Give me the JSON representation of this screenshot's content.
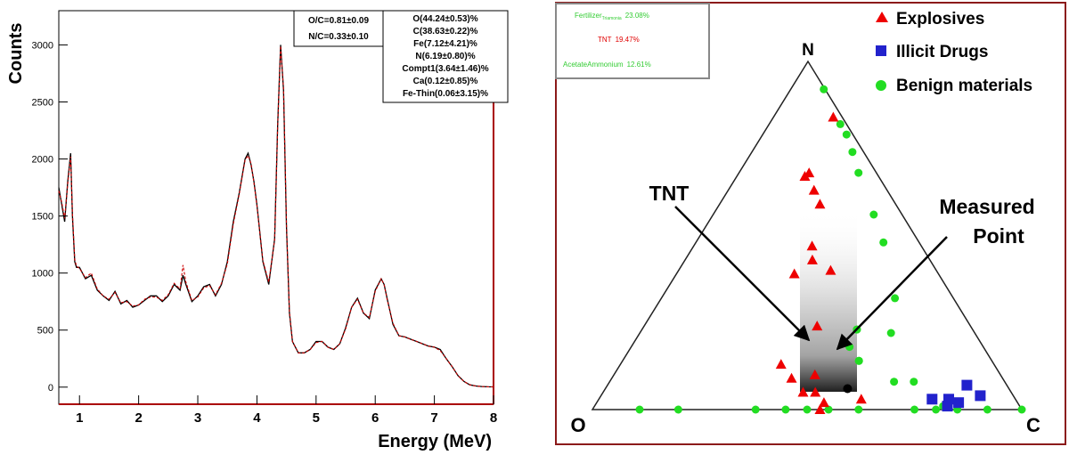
{
  "chart_data": [
    {
      "type": "line",
      "ylabel": "Counts",
      "xlabel": "Energy (MeV)",
      "xlim": [
        0.65,
        8.0
      ],
      "ylim": [
        -150,
        3300
      ],
      "x_ticks": [
        1,
        2,
        3,
        4,
        5,
        6,
        7,
        8
      ],
      "y_ticks": [
        0,
        500,
        1000,
        1500,
        2000,
        2500,
        3000
      ],
      "ratio_box": [
        "O/C=0.81±0.09",
        "N/C=0.33±0.10"
      ],
      "composition_box": [
        "O(44.24±0.53)%",
        "C(38.63±0.22)%",
        "Fe(7.12±4.21)%",
        "N(6.19±0.80)%",
        "Compt1(3.64±1.46)%",
        "Ca(0.12±0.85)%",
        "Fe-Thin(0.06±3.15)%"
      ],
      "series": [
        {
          "color": "#000000",
          "x": [
            0.65,
            0.7,
            0.75,
            0.8,
            0.85,
            0.88,
            0.92,
            0.95,
            1.0,
            1.1,
            1.2,
            1.3,
            1.4,
            1.5,
            1.6,
            1.7,
            1.8,
            1.9,
            2.0,
            2.1,
            2.2,
            2.3,
            2.4,
            2.5,
            2.6,
            2.7,
            2.75,
            2.8,
            2.9,
            3.0,
            3.1,
            3.2,
            3.3,
            3.4,
            3.5,
            3.6,
            3.7,
            3.8,
            3.85,
            3.9,
            3.95,
            4.0,
            4.1,
            4.2,
            4.3,
            4.35,
            4.4,
            4.45,
            4.5,
            4.55,
            4.6,
            4.7,
            4.8,
            4.9,
            5.0,
            5.1,
            5.2,
            5.3,
            5.4,
            5.5,
            5.6,
            5.7,
            5.8,
            5.9,
            6.0,
            6.1,
            6.15,
            6.2,
            6.3,
            6.4,
            6.5,
            6.6,
            6.7,
            6.8,
            6.9,
            7.0,
            7.1,
            7.2,
            7.3,
            7.4,
            7.5,
            7.6,
            7.7,
            7.8,
            7.9,
            8.0
          ],
          "y": [
            1750,
            1600,
            1450,
            1800,
            2050,
            1500,
            1100,
            1050,
            1050,
            950,
            980,
            850,
            800,
            760,
            840,
            730,
            760,
            700,
            720,
            760,
            800,
            800,
            750,
            800,
            900,
            850,
            980,
            900,
            750,
            800,
            880,
            900,
            800,
            900,
            1100,
            1450,
            1700,
            2000,
            2050,
            1950,
            1800,
            1600,
            1100,
            900,
            1300,
            2300,
            3000,
            2600,
            1400,
            650,
            400,
            300,
            300,
            330,
            400,
            400,
            350,
            330,
            380,
            520,
            700,
            780,
            650,
            600,
            850,
            950,
            900,
            780,
            550,
            450,
            440,
            420,
            400,
            380,
            360,
            350,
            330,
            250,
            180,
            100,
            50,
            20,
            10,
            5,
            3,
            2
          ]
        },
        {
          "color": "#cc0000",
          "style": "dashed",
          "x": [
            0.65,
            0.7,
            0.75,
            0.8,
            0.85,
            0.88,
            0.92,
            0.95,
            1.0,
            1.1,
            1.2,
            1.3,
            1.4,
            1.5,
            1.6,
            1.7,
            1.8,
            1.9,
            2.0,
            2.1,
            2.2,
            2.3,
            2.4,
            2.5,
            2.6,
            2.7,
            2.75,
            2.8,
            2.9,
            3.0,
            3.1,
            3.2,
            3.3,
            3.4,
            3.5,
            3.6,
            3.7,
            3.8,
            3.85,
            3.9,
            3.95,
            4.0,
            4.1,
            4.2,
            4.3,
            4.35,
            4.4,
            4.45,
            4.5,
            4.55,
            4.6,
            4.7,
            4.8,
            4.9,
            5.0,
            5.1,
            5.2,
            5.3,
            5.4,
            5.5,
            5.6,
            5.7,
            5.8,
            5.9,
            6.0,
            6.1,
            6.15,
            6.2,
            6.3,
            6.4,
            6.5,
            6.6,
            6.7,
            6.8,
            6.9,
            7.0,
            7.1,
            7.2,
            7.3,
            7.4,
            7.5,
            7.6,
            7.7,
            7.8,
            7.9,
            8.0
          ],
          "y": [
            1720,
            1620,
            1480,
            1780,
            2020,
            1530,
            1120,
            1060,
            1040,
            960,
            1000,
            860,
            800,
            770,
            830,
            740,
            750,
            710,
            720,
            770,
            790,
            790,
            760,
            810,
            910,
            860,
            1070,
            920,
            760,
            790,
            870,
            890,
            810,
            910,
            1080,
            1430,
            1690,
            1990,
            2030,
            1960,
            1790,
            1590,
            1110,
            920,
            1290,
            2280,
            2990,
            2620,
            1420,
            660,
            400,
            300,
            300,
            330,
            390,
            400,
            350,
            330,
            380,
            510,
            700,
            770,
            650,
            610,
            840,
            950,
            900,
            770,
            560,
            450,
            440,
            420,
            400,
            380,
            360,
            350,
            320,
            250,
            180,
            100,
            50,
            20,
            10,
            5,
            3,
            2
          ]
        }
      ]
    },
    {
      "type": "scatter",
      "subtype": "ternary",
      "vertex_labels": [
        "N",
        "O",
        "C"
      ],
      "fit_box": [
        {
          "text": "Fertilizer",
          "sub": "Triamonia",
          "value": "23.08%",
          "color": "#33cc33"
        },
        {
          "text": "TNT",
          "sub": "",
          "value": "19.47%",
          "color": "#e00000"
        },
        {
          "text": "AcetateAmmonium",
          "sub": "",
          "value": "12.61%",
          "color": "#33cc33"
        }
      ],
      "legend": [
        {
          "label": "Explosives",
          "marker": "triangle",
          "color": "#ee0000"
        },
        {
          "label": "Illicit Drugs",
          "marker": "square",
          "color": "#2222cc"
        },
        {
          "label": "Benign materials",
          "marker": "circle",
          "color": "#22dd22"
        }
      ],
      "annotations": [
        {
          "lines": [
            "TNT"
          ]
        },
        {
          "lines": [
            "Measured",
            "Point"
          ]
        }
      ],
      "explosives": [
        [
          0.87,
          0.84
        ],
        [
          0.48,
          0.67
        ],
        [
          0.51,
          0.68
        ],
        [
          0.54,
          0.63
        ],
        [
          0.57,
          0.59
        ],
        [
          0.52,
          0.47
        ],
        [
          0.52,
          0.43
        ],
        [
          0.45,
          0.39
        ],
        [
          0.59,
          0.4
        ],
        [
          0.53,
          0.24
        ],
        [
          0.43,
          0.13
        ],
        [
          0.46,
          0.09
        ],
        [
          0.52,
          0.1
        ],
        [
          0.49,
          0.05
        ],
        [
          0.52,
          0.05
        ],
        [
          0.54,
          0.02
        ],
        [
          0.63,
          0.03
        ],
        [
          0.53,
          0.0
        ]
      ],
      "drugs": [
        [
          0.92,
          0.04
        ],
        [
          0.9,
          0.07
        ],
        [
          0.86,
          0.02
        ],
        [
          0.8,
          0.03
        ],
        [
          0.83,
          0.01
        ],
        [
          0.84,
          0.03
        ]
      ],
      "benign": [
        [
          0.96,
          0.92
        ],
        [
          0.92,
          0.82
        ],
        [
          0.93,
          0.79
        ],
        [
          0.9,
          0.74
        ],
        [
          0.87,
          0.68
        ],
        [
          0.85,
          0.56
        ],
        [
          0.84,
          0.48
        ],
        [
          0.8,
          0.32
        ],
        [
          0.75,
          0.22
        ],
        [
          0.72,
          0.08
        ],
        [
          0.77,
          0.08
        ],
        [
          0.62,
          0.18
        ],
        [
          0.65,
          0.23
        ],
        [
          0.65,
          0.23
        ],
        [
          0.64,
          0.14
        ],
        [
          0.64,
          0.14
        ],
        [
          0.82,
          0.01
        ],
        [
          0.11,
          0.0
        ],
        [
          0.2,
          0.0
        ],
        [
          0.38,
          0.0
        ],
        [
          0.45,
          0.0
        ],
        [
          0.5,
          0.0
        ],
        [
          0.55,
          0.0
        ],
        [
          0.62,
          0.0
        ],
        [
          0.75,
          0.0
        ],
        [
          0.8,
          0.0
        ],
        [
          0.85,
          0.0
        ],
        [
          0.92,
          0.0
        ],
        [
          1.0,
          0.0
        ]
      ],
      "measured_point": [
        0.6,
        0.06
      ]
    }
  ]
}
